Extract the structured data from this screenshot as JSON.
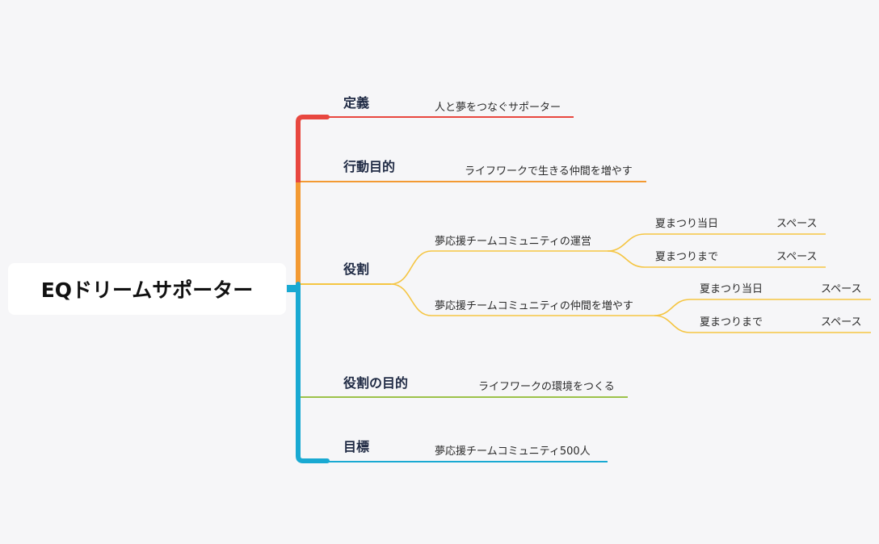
{
  "root": {
    "label": "EQドリームサポーター"
  },
  "colors": {
    "red": "#e8473f",
    "orange": "#f39a33",
    "yellow": "#f5c542",
    "green": "#9cc24a",
    "blue": "#19a9d2"
  },
  "branches": [
    {
      "label": "定義",
      "children": [
        "人と夢をつなぐサポーター"
      ]
    },
    {
      "label": "行動目的",
      "children": [
        "ライフワークで生きる仲間を増やす"
      ]
    },
    {
      "label": "役割",
      "children": [
        {
          "label": "夢応援チームコミュニティの運営",
          "children": [
            {
              "label": "夏まつり当日",
              "child": "スペース"
            },
            {
              "label": "夏まつりまで",
              "child": "スペース"
            }
          ]
        },
        {
          "label": "夢応援チームコミュニティの仲間を増やす",
          "children": [
            {
              "label": "夏まつり当日",
              "child": "スペース"
            },
            {
              "label": "夏まつりまで",
              "child": "スペース"
            }
          ]
        }
      ]
    },
    {
      "label": "役割の目的",
      "children": [
        "ライフワークの環境をつくる"
      ]
    },
    {
      "label": "目標",
      "children": [
        "夢応援チームコミュニティ500人"
      ]
    }
  ]
}
